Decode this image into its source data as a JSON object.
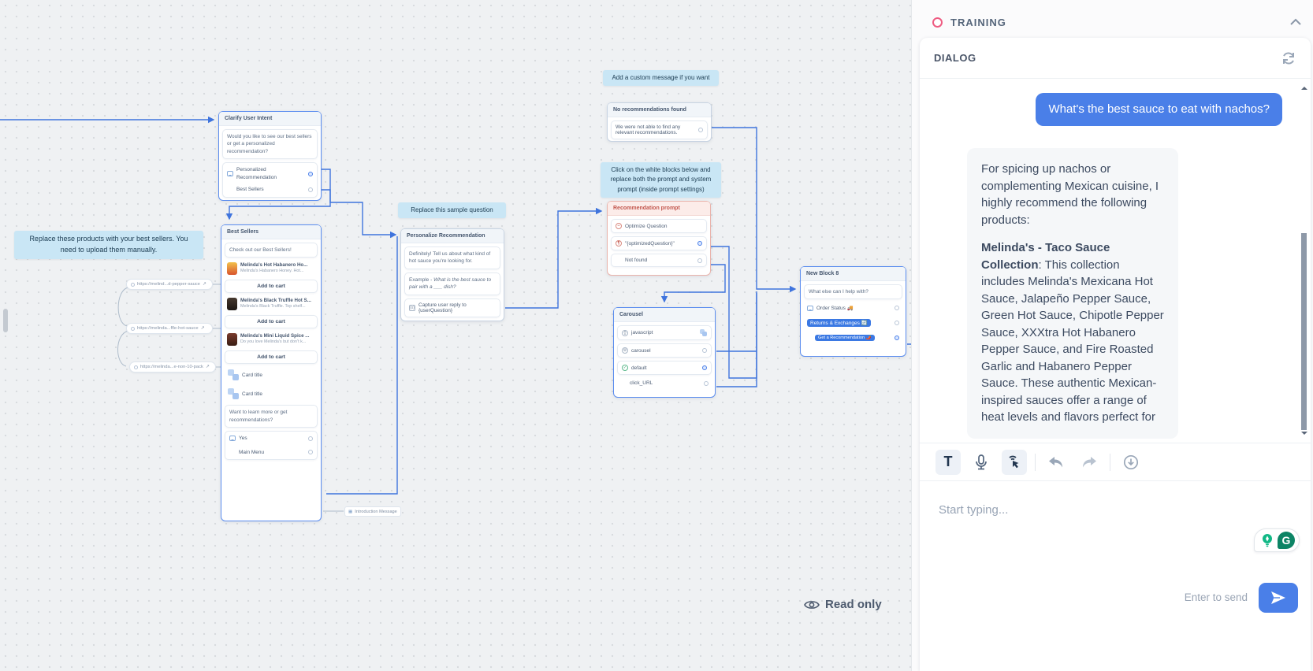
{
  "icons": {
    "optimize": "−",
    "prompt_var": "¶",
    "js_braces": "{}",
    "gear": "⚙",
    "check": "✓",
    "capture": "(x)",
    "grid": "▦",
    "external": "↗"
  },
  "colors": {
    "accent_blue": "#4a7fe8",
    "chip_blue": "#c9e6f5",
    "selected_border": "#5b8def",
    "prompt_pink": "#c2564d",
    "grammarly_green": "#0d8465"
  },
  "canvas": {
    "read_only_label": "Read only",
    "chips": {
      "custom_message": "Add a custom message if you want",
      "replace_question": "Replace this sample question",
      "prompt_settings": "Click on the white blocks below and replace both the prompt and system prompt (inside prompt settings)",
      "replace_products": "Replace these products with your best sellers. You need to upload them manually.",
      "introduction_message": "Introduction Message"
    },
    "url_chips": [
      {
        "label": "https://melind...d-pepper-sauce"
      },
      {
        "label": "https://melinda...ffle-hot-sauce"
      },
      {
        "label": "https://melinda...e-non-10-pack"
      }
    ],
    "nodes": {
      "clarify": {
        "title": "Clarify User Intent",
        "message": "Would you like to see our best sellers or get a personalized recommendation?",
        "choices": [
          {
            "label": "Personalized Recommendation"
          },
          {
            "label": "Best Sellers"
          }
        ]
      },
      "best_sellers": {
        "title": "Best Sellers",
        "message": "Check out our Best Sellers!",
        "products": [
          {
            "name": "Melinda's Hot Habanero Ho...",
            "desc": "Melinda's Habanero Honey. Hot...",
            "button": "Add to cart"
          },
          {
            "name": "Melinda's Black Truffle Hot S...",
            "desc": "Melinda's Black Truffle. Top shelf...",
            "button": "Add to cart"
          },
          {
            "name": "Melinda's Mini Liquid Spice ...",
            "desc": "Do you love Melinda's but don't k...",
            "button": "Add to cart"
          }
        ],
        "card_placeholders": [
          {
            "label": "Card title"
          },
          {
            "label": "Card title"
          }
        ],
        "question": "Want to learn more or get recommendations?",
        "choices": [
          {
            "label": "Yes"
          },
          {
            "label": "Main Menu"
          }
        ]
      },
      "personalize": {
        "title": "Personalize Recommendation",
        "card_1": "Definitely! Tell us about what kind of hot sauce you're looking for.",
        "card_2_prefix": "Example - ",
        "card_2_italic": "What is the best sauce to pair with a ___ dish?",
        "card_3": "Capture user reply to {userQuestion}"
      },
      "no_recommendations": {
        "title": "No recommendations found",
        "message": "We were not able to find any relevant recommendations."
      },
      "recommendation_prompt": {
        "title": "Recommendation prompt",
        "rows": [
          {
            "label": "Optimize Question"
          },
          {
            "label": "\"{optimizedQuestion}\""
          },
          {
            "label": "Not found"
          }
        ]
      },
      "carousel": {
        "title": "Carousel",
        "rows": [
          {
            "label": "javascript"
          },
          {
            "label": "carousel"
          },
          {
            "label": "default"
          },
          {
            "label": "click_URL"
          }
        ]
      },
      "new_block_8": {
        "title": "New Block 8",
        "message": "What else can I help with?",
        "choices": [
          {
            "label": "Order Status 🚚"
          },
          {
            "label": "Returns & Exchanges 🔄"
          },
          {
            "label": "Get a Recommendation 🌶️"
          }
        ]
      }
    }
  },
  "panel": {
    "training_label": "TRAINING",
    "dialog_label": "DIALOG",
    "messages": {
      "user": "What's the best sauce to eat with nachos?",
      "bot_intro": "For spicing up nachos or complementing Mexican cuisine, I highly recommend the following products:",
      "bot_bold": "Melinda's - Taco Sauce Collection",
      "bot_body": ": This collection includes Melinda's Mexicana Hot Sauce, Jalapeño Pepper Sauce, Green Hot Sauce, Chipotle Pepper Sauce, XXXtra Hot Habanero Pepper Sauce, and Fire Roasted Garlic and Habanero Pepper Sauce. These authentic Mexican-inspired sauces offer a range of heat levels and flavors perfect for"
    },
    "toolbar": {
      "text_button": "T"
    },
    "input": {
      "placeholder": "Start typing...",
      "hint": "Enter to send"
    },
    "grammarly_g": "G"
  }
}
